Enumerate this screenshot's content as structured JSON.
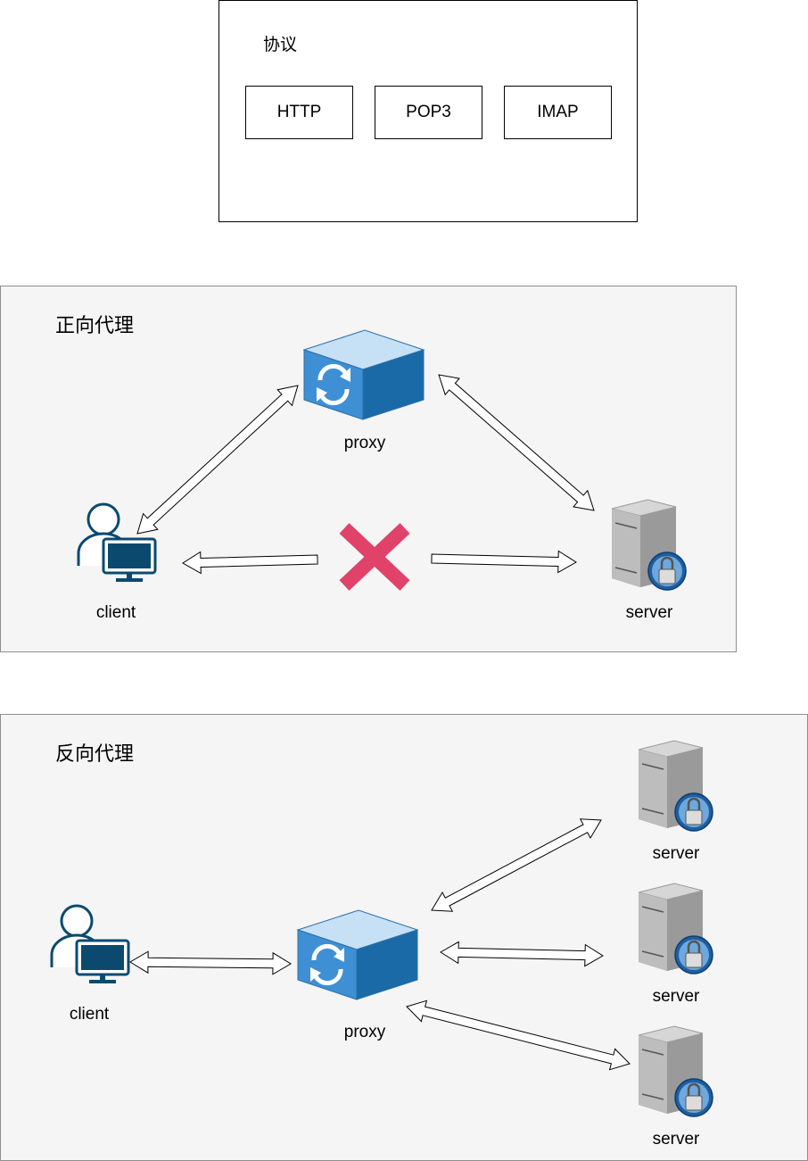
{
  "protocols": {
    "title": "协议",
    "items": [
      "HTTP",
      "POP3",
      "IMAP"
    ]
  },
  "forward_proxy": {
    "title": "正向代理",
    "proxy_label": "proxy",
    "client_label": "client",
    "server_label": "server"
  },
  "reverse_proxy": {
    "title": "反向代理",
    "proxy_label": "proxy",
    "client_label": "client",
    "server_labels": [
      "server",
      "server",
      "server"
    ]
  },
  "colors": {
    "proxy_top": "#c6e0f5",
    "proxy_front": "#3f8fd4",
    "proxy_side": "#1a6aa8",
    "client_icon": "#0b4a6e",
    "cross": "#e0426a",
    "panel_bg": "#f5f5f5"
  }
}
